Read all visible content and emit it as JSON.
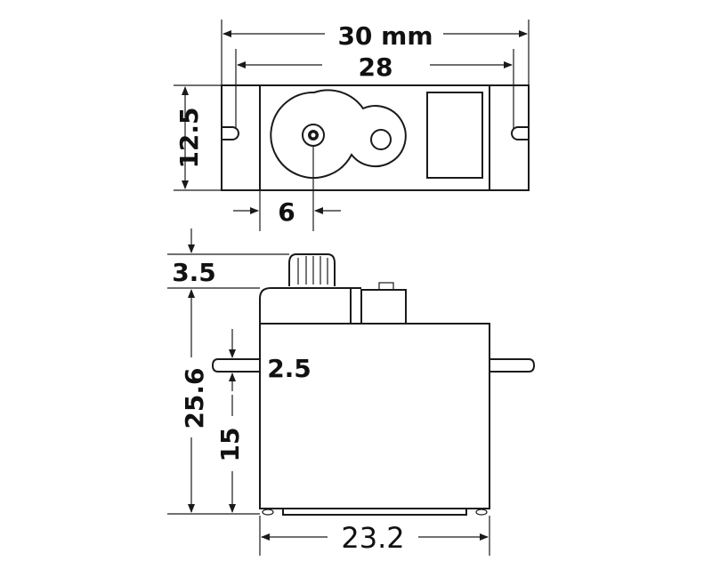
{
  "dimensions": {
    "overall_width": "30 mm",
    "mount_hole_spacing": "28",
    "top_height": "12.5",
    "shaft_offset": "6",
    "spline_height": "3.5",
    "body_height": "25.6",
    "tab_thickness": "2.5",
    "tab_height": "15",
    "body_width": "23.2"
  },
  "colors": {
    "line": "#1a1a1a",
    "background": "#ffffff"
  }
}
